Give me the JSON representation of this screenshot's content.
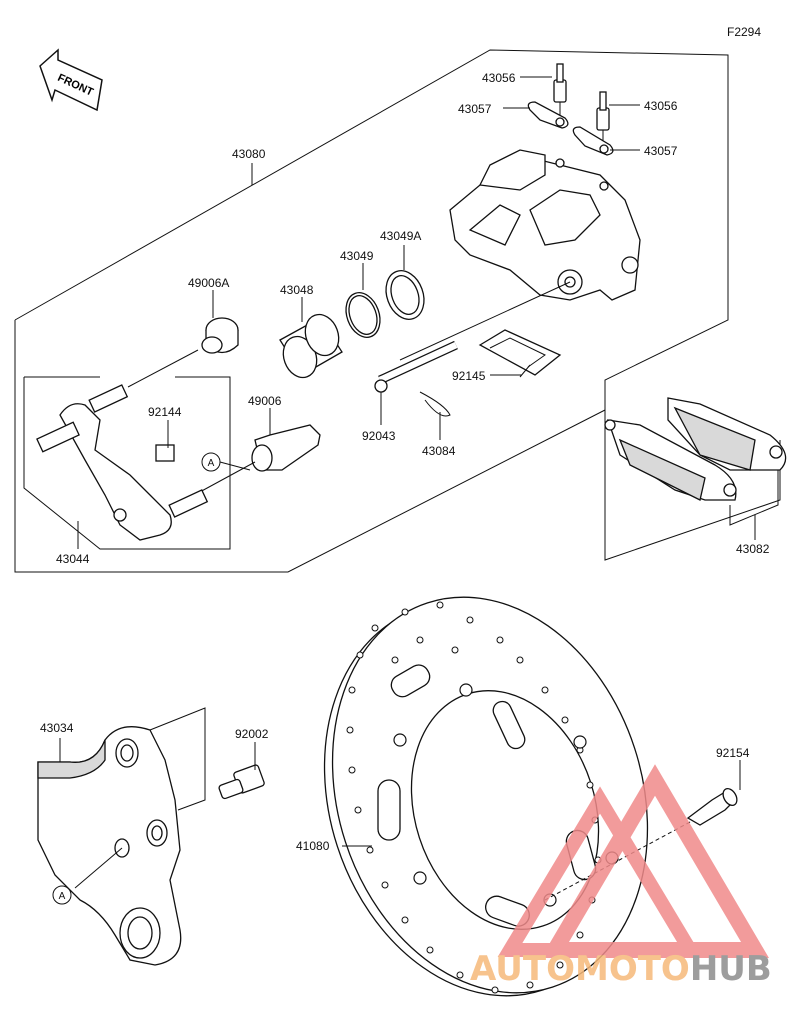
{
  "figure_code": "F2294",
  "front_arrow_label": "FRONT",
  "labels": {
    "p43080": "43080",
    "p43056a": "43056",
    "p43056b": "43056",
    "p43057a": "43057",
    "p43057b": "43057",
    "p43049A": "43049A",
    "p43049": "43049",
    "p43048": "43048",
    "p49006A": "49006A",
    "p49006": "49006",
    "p92144": "92144",
    "p92145": "92145",
    "p92043": "92043",
    "p43084": "43084",
    "p43044": "43044",
    "p43082": "43082",
    "p43034": "43034",
    "p92002": "92002",
    "p92154": "92154",
    "p41080": "41080"
  },
  "callouts": {
    "a_top": "A",
    "a_bottom": "A"
  },
  "watermark": {
    "text_orange": "AUTO",
    "text_mid": "MOTO",
    "text_dark": "HUB",
    "color_orange": "#f6b97a",
    "color_dark": "#8c8c8c",
    "triangle_color": "#f08a8a"
  }
}
